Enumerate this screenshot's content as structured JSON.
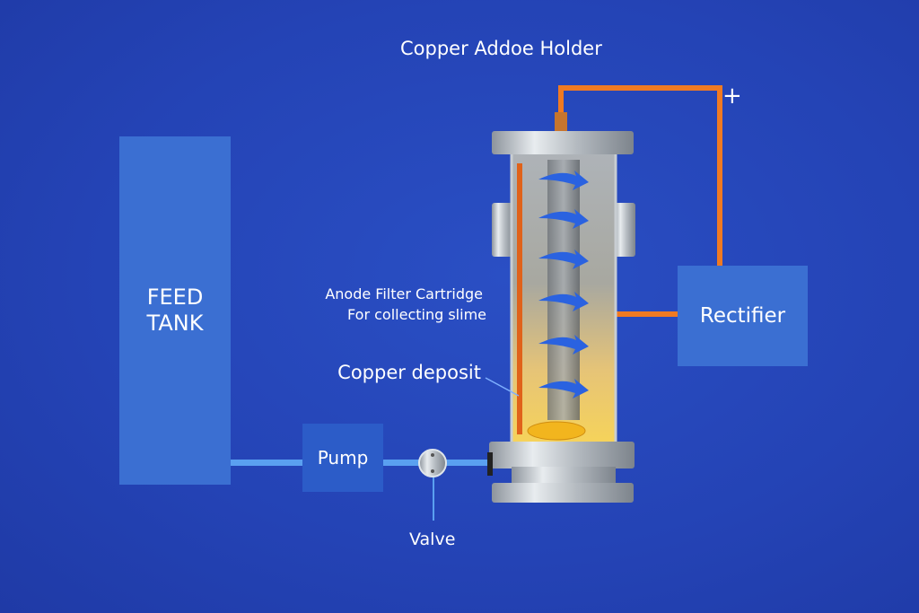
{
  "title": "Copper Addoe Holder",
  "feed_tank": {
    "line1": "FEED",
    "line2": "TANK"
  },
  "pump": "Pump",
  "valve": "Valve",
  "rectifier": "Rectifier",
  "polarity": "+",
  "annotations": {
    "filter_line1": "Anode Filter Cartridge",
    "filter_line2": "For collecting slime",
    "deposit": "Copper deposit"
  },
  "colors": {
    "background": "#2443b5",
    "box": "#3b6fd2",
    "wire": "#f07a22",
    "pipe": "#5aa0f0",
    "arrow": "#2a62e0"
  }
}
